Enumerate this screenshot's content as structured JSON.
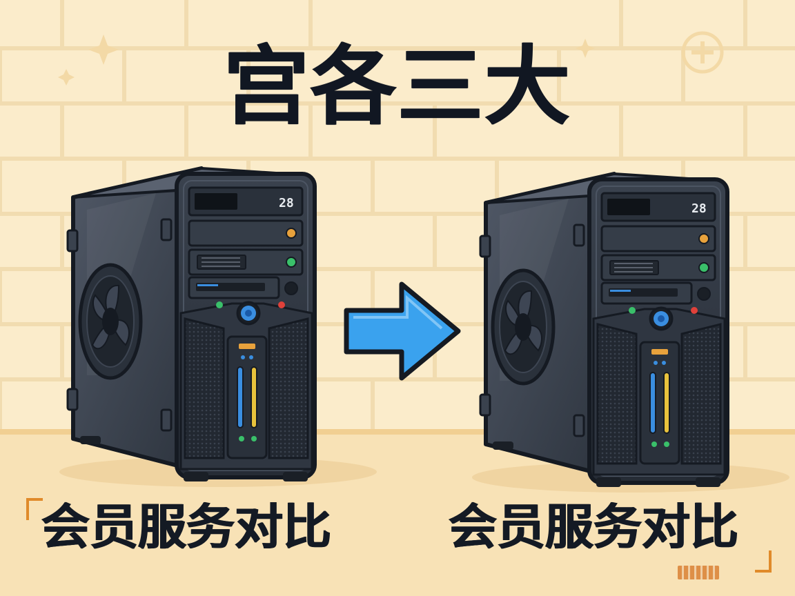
{
  "title": "宫各三大",
  "left_computer": {
    "display_text": "28",
    "label": "会员服务对比"
  },
  "right_computer": {
    "display_text": "28",
    "label": "会员服务对比"
  },
  "arrow": {
    "icon": "right-arrow-icon",
    "color": "#3aa2ee"
  },
  "colors": {
    "background": "#fbeccb",
    "brick_line": "#f0dcb4",
    "floor": "#f6dba6",
    "case_dark": "#2b323c",
    "case_light": "#4a525e",
    "outline": "#151a22",
    "accent_blue": "#3a8ee0",
    "accent_orange": "#e8a23c",
    "accent_green": "#3ac06a",
    "accent_red": "#e0413a"
  }
}
